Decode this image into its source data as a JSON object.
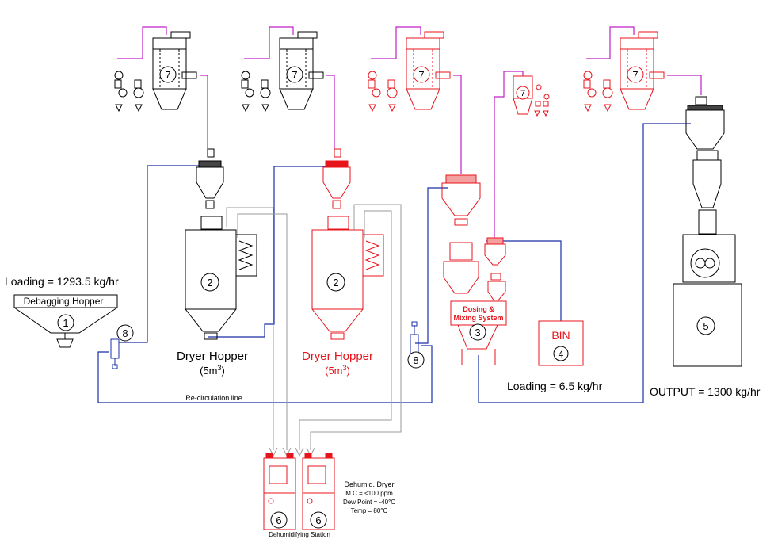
{
  "colors": {
    "black": "#000000",
    "red": "#e8141c",
    "blue_line": "#1a2fa8",
    "magenta_line": "#c01fc8",
    "gray_line": "#9a9a9a"
  },
  "labels": {
    "loading_top": "Loading = 1293.5 kg/hr",
    "debagging_hopper": "Debagging Hopper",
    "dryer_hopper_1": "Dryer Hopper",
    "dryer_hopper_1_cap_prefix": "(5m",
    "dryer_hopper_1_cap_sup": "3",
    "dryer_hopper_1_cap_suffix": ")",
    "dryer_hopper_2": "Dryer Hopper",
    "dryer_hopper_2_cap_prefix": "(5m",
    "dryer_hopper_2_cap_sup": "3",
    "dryer_hopper_2_cap_suffix": ")",
    "dosing_line1": "Dosing &",
    "dosing_line2": "Mixing System",
    "bin": "BIN",
    "loading_bottom": "Loading = 6.5 kg/hr",
    "output": "OUTPUT = 1300 kg/hr",
    "recirculation": "Re-circulation line",
    "dehumid_title": "Dehumid. Dryer",
    "dehumid_mc": "M.C = <100 ppm",
    "dehumid_dew": "Dew Point = -40°C",
    "dehumid_temp": "Temp = 80°C",
    "dehumidifying_station": "Dehumidifying Station"
  },
  "numbers": {
    "n1": "1",
    "n2a": "2",
    "n2b": "2",
    "n3": "3",
    "n4": "4",
    "n5": "5",
    "n6a": "6",
    "n6b": "6",
    "n7a": "7",
    "n7b": "7",
    "n7c": "7",
    "n7d": "7",
    "n7e": "7",
    "n8a": "8",
    "n8b": "8"
  }
}
